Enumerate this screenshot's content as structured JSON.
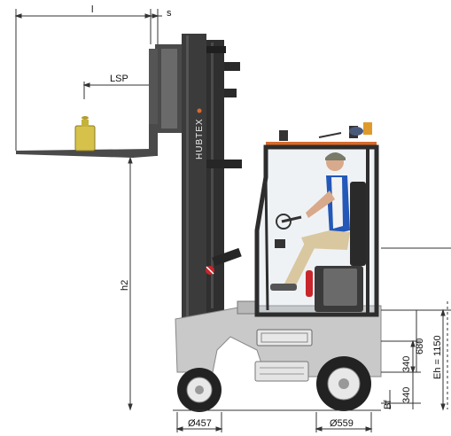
{
  "brand": "HUBTEX",
  "dimensions": {
    "l": "l",
    "s": "s",
    "lsp": "LSP",
    "h2": "h2",
    "d_front": "Ø457",
    "d_rear": "Ø559",
    "bf": "Bf",
    "v340a": "340",
    "v340b": "340",
    "v680": "680",
    "eh": "Eh = 1150"
  },
  "colors": {
    "mast": "#3b3b3b",
    "chassis": "#c9c9c9",
    "cab_frame": "#2d2d2d",
    "roof_accent": "#d86a2b",
    "shirt": "#2458b8",
    "load": "#d6c24a",
    "extinguisher": "#c8262a"
  }
}
